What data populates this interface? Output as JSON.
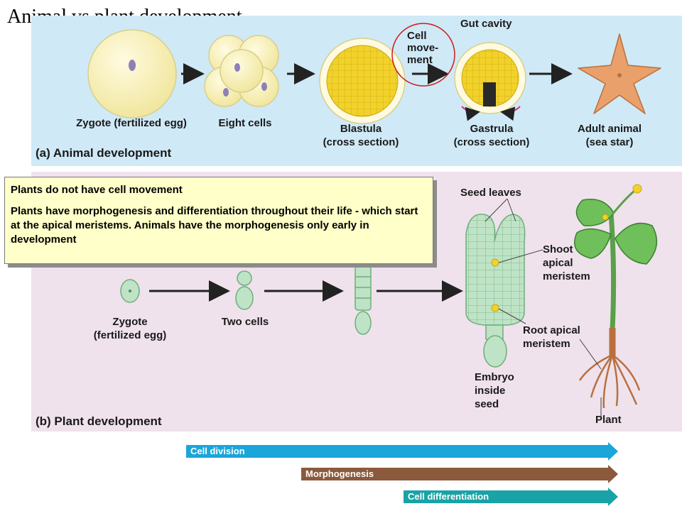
{
  "title": "Animal vs plant development",
  "animal_panel": {
    "heading": "(a)  Animal development",
    "stages": [
      {
        "label": "Zygote (fertilized egg)"
      },
      {
        "label": "Eight cells"
      },
      {
        "label": "Blastula\n(cross section)"
      },
      {
        "label": "Gastrula\n(cross section)"
      },
      {
        "label": "Adult animal\n(sea star)"
      }
    ],
    "gut_cavity_label": "Gut cavity",
    "cell_movement_label": "Cell\nmove-\nment"
  },
  "plant_panel": {
    "heading": "(b)  Plant development",
    "stages": [
      {
        "label": "Zygote\n(fertilized egg)"
      },
      {
        "label": "Two cells"
      },
      {
        "label": "Embryo\ninside\nseed"
      },
      {
        "label": "Plant"
      }
    ],
    "seed_leaves_label": "Seed leaves",
    "shoot_meristem_label": "Shoot\napical\nmeristem",
    "root_meristem_label": "Root apical\nmeristem"
  },
  "callout": {
    "line1": "Plants do not have cell movement",
    "line2": "Plants have morphogenesis and differentiation throughout their life - which start at the apical meristems.  Animals have the morphogenesis only early in development"
  },
  "process_bars": [
    {
      "label": "Cell division",
      "color": "#1aa6d9"
    },
    {
      "label": "Morphogenesis",
      "color": "#8b5a3c"
    },
    {
      "label": "Cell differentiation",
      "color": "#1aa3a6"
    }
  ],
  "colors": {
    "animal_bg": "#cfe9f6",
    "plant_bg": "#efe2ec",
    "yolk": "#f2d22a",
    "plant_cell": "#bfe3c6",
    "sea_star": "#e9a06a"
  }
}
